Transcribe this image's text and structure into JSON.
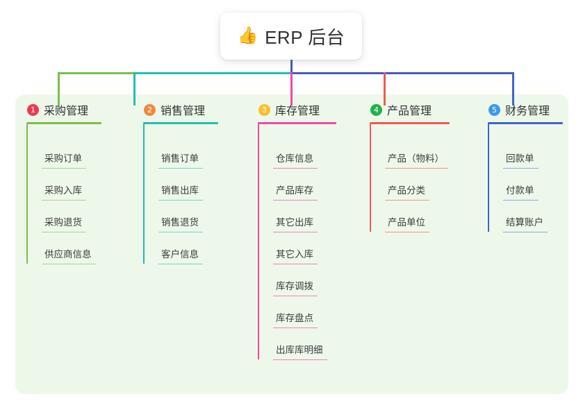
{
  "root": {
    "icon": "thumbs-up-icon",
    "icon_glyph": "👍",
    "title": "ERP 后台"
  },
  "palette": {
    "panel_bg": "#eef8ea",
    "page_bg": "#ffffff",
    "root_stem": "#4a56c8",
    "text": "#2f3033"
  },
  "columns": [
    {
      "index": "1",
      "title": "采购管理",
      "badge_color": "#ea3b55",
      "line_color": "#79bf4f",
      "item_line_color": "#a7d48c",
      "items": [
        "采购订单",
        "采购入库",
        "采购退货",
        "供应商信息"
      ]
    },
    {
      "index": "2",
      "title": "销售管理",
      "badge_color": "#f08a3c",
      "line_color": "#1fc0ab",
      "item_line_color": "#6fd4c6",
      "items": [
        "销售订单",
        "销售出库",
        "销售退货",
        "客户信息"
      ]
    },
    {
      "index": "3",
      "title": "库存管理",
      "badge_color": "#fbc02d",
      "line_color": "#ef49a7",
      "item_line_color": "#f07fbe",
      "items": [
        "仓库信息",
        "产品库存",
        "其它出库",
        "其它入库",
        "库存调拨",
        "库存盘点",
        "出库库明细"
      ]
    },
    {
      "index": "4",
      "title": "产品管理",
      "badge_color": "#22b14c",
      "line_color": "#f2584f",
      "item_line_color": "#f4928b",
      "items": [
        "产品（物料）",
        "产品分类",
        "产品单位"
      ]
    },
    {
      "index": "5",
      "title": "财务管理",
      "badge_color": "#3d9ae8",
      "line_color": "#3f63cf",
      "item_line_color": "#8ba6e6",
      "items": [
        "回款单",
        "付款单",
        "结算账户"
      ]
    }
  ],
  "connectors": {
    "bus_segments": [
      {
        "name": "bus-green",
        "color": "#79bf4f"
      },
      {
        "name": "bus-teal",
        "color": "#1fc0ab"
      },
      {
        "name": "bus-indigo",
        "color": "#4a56c8"
      }
    ],
    "drops": [
      {
        "name": "drop-col-1",
        "color": "#79bf4f"
      },
      {
        "name": "drop-col-2",
        "color": "#1fc0ab"
      },
      {
        "name": "drop-col-3",
        "color": "#ef49a7"
      },
      {
        "name": "drop-col-4",
        "color": "#f2584f"
      },
      {
        "name": "drop-col-5",
        "color": "#3f63cf"
      }
    ]
  }
}
